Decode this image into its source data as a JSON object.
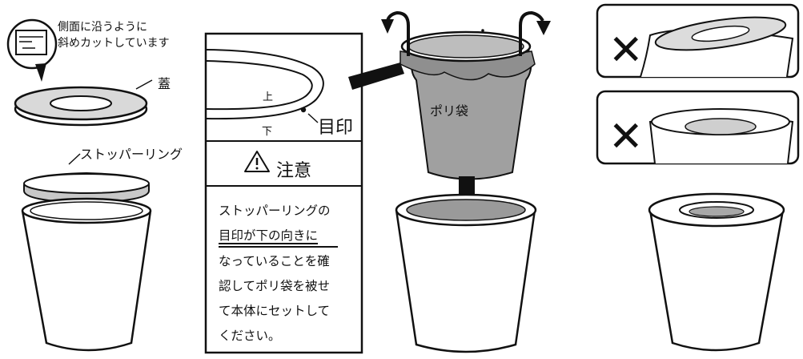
{
  "callout": {
    "line1": "側面に沿うように",
    "line2": "斜めカットしています"
  },
  "labels": {
    "lid": "蓋",
    "stopper_ring": "ストッパーリング",
    "up": "上",
    "down": "下",
    "mark": "目印",
    "bag": "ポリ袋"
  },
  "caution": {
    "title": "注意",
    "lines": [
      "ストッパーリングの",
      "目印が下の向きに",
      "なっていることを確",
      "認してポリ袋を被せ",
      "て本体にセットして",
      "ください。"
    ]
  },
  "wrong_mark": "✕",
  "colors": {
    "ink": "#111111",
    "ring_gray": "#c8c8c8",
    "bag_gray": "#9a9a9a",
    "background": "#ffffff"
  }
}
